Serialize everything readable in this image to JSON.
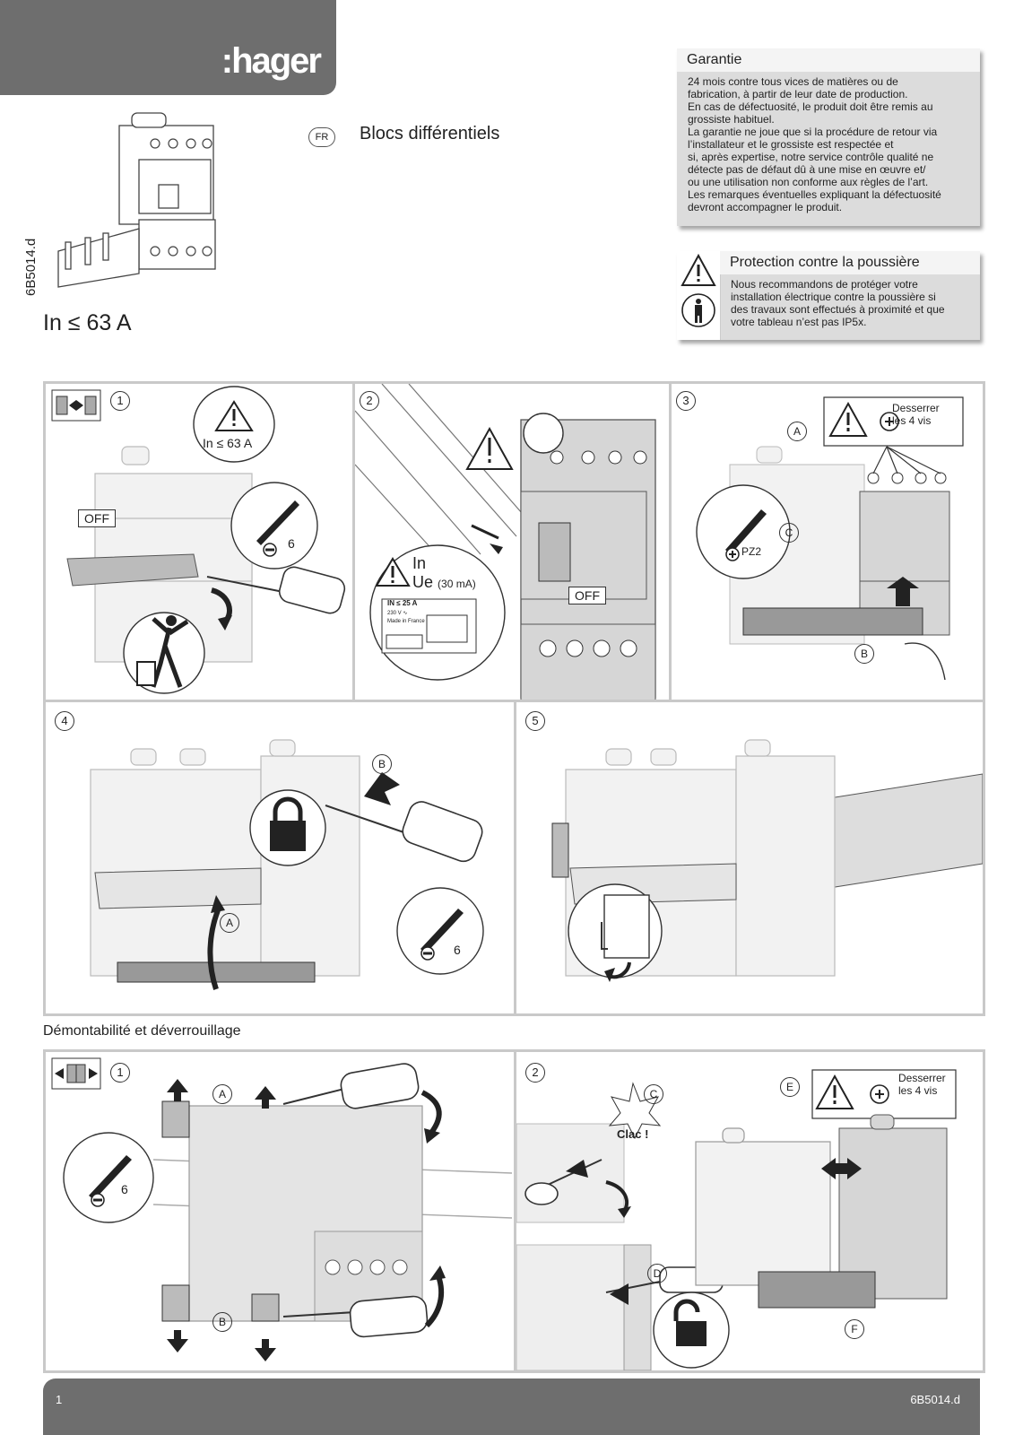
{
  "brand": {
    "logo": ":hager"
  },
  "document": {
    "reference": "6B5014.d",
    "page_number": "1",
    "footer_reference": "6B5014.d"
  },
  "header": {
    "language_badge": "FR",
    "product_title": "Blocs différentiels",
    "rating": "In ≤ 63 A"
  },
  "warranty": {
    "title": "Garantie",
    "lines": [
      "24 mois contre tous vices de matières ou de",
      "fabrication, à partir de leur date de production.",
      "En cas de défectuosité, le produit doit être remis au",
      "grossiste habituel.",
      "La garantie ne joue que si la procédure de retour via",
      "l’installateur et le grossiste est respectée et",
      "si, après expertise, notre service contrôle qualité ne",
      "détecte pas de défaut dû à une mise en œuvre et/",
      "ou une utilisation non conforme aux règles de l’art.",
      "Les remarques éventuelles expliquant la défectuosité",
      "devront accompagner le produit."
    ]
  },
  "dust": {
    "title": "Protection contre la poussière",
    "lines": [
      "Nous recommandons de protéger votre",
      "installation électrique contre la poussière si",
      "des travaux sont effectués à proximité et que",
      "votre tableau n’est pas IP5x."
    ]
  },
  "assembly": {
    "step1": {
      "number": "1",
      "warning": "In ≤ 63 A",
      "state": "OFF",
      "tool_size": "6"
    },
    "step2": {
      "number": "2",
      "label_in": "In",
      "label_ue": "Ue",
      "label_ue_extra": "(30 mA)",
      "state": "OFF",
      "plate_rating_in": "IN",
      "plate_rating_le": "≤",
      "plate_rating_value": "25 A",
      "plate_voltage": "230 V ∿",
      "plate_origin": "Made in France"
    },
    "step3": {
      "number": "3",
      "marker_a": "A",
      "marker_b": "B",
      "marker_c": "C",
      "loosen_line1": "Desserrer",
      "loosen_line2": "les 4 vis",
      "tool_size": "PZ2"
    },
    "step4": {
      "number": "4",
      "marker_a": "A",
      "marker_b": "B",
      "tool_size": "6"
    },
    "step5": {
      "number": "5"
    }
  },
  "dismantling": {
    "heading": "Démontabilité et déverrouillage",
    "step1": {
      "number": "1",
      "marker_a": "A",
      "marker_b": "B",
      "tool_size": "6"
    },
    "step2": {
      "number": "2",
      "marker_c": "C",
      "marker_d": "D",
      "marker_e": "E",
      "marker_f": "F",
      "click": "Clac !",
      "loosen_line1": "Desserrer",
      "loosen_line2": "les 4 vis"
    }
  }
}
